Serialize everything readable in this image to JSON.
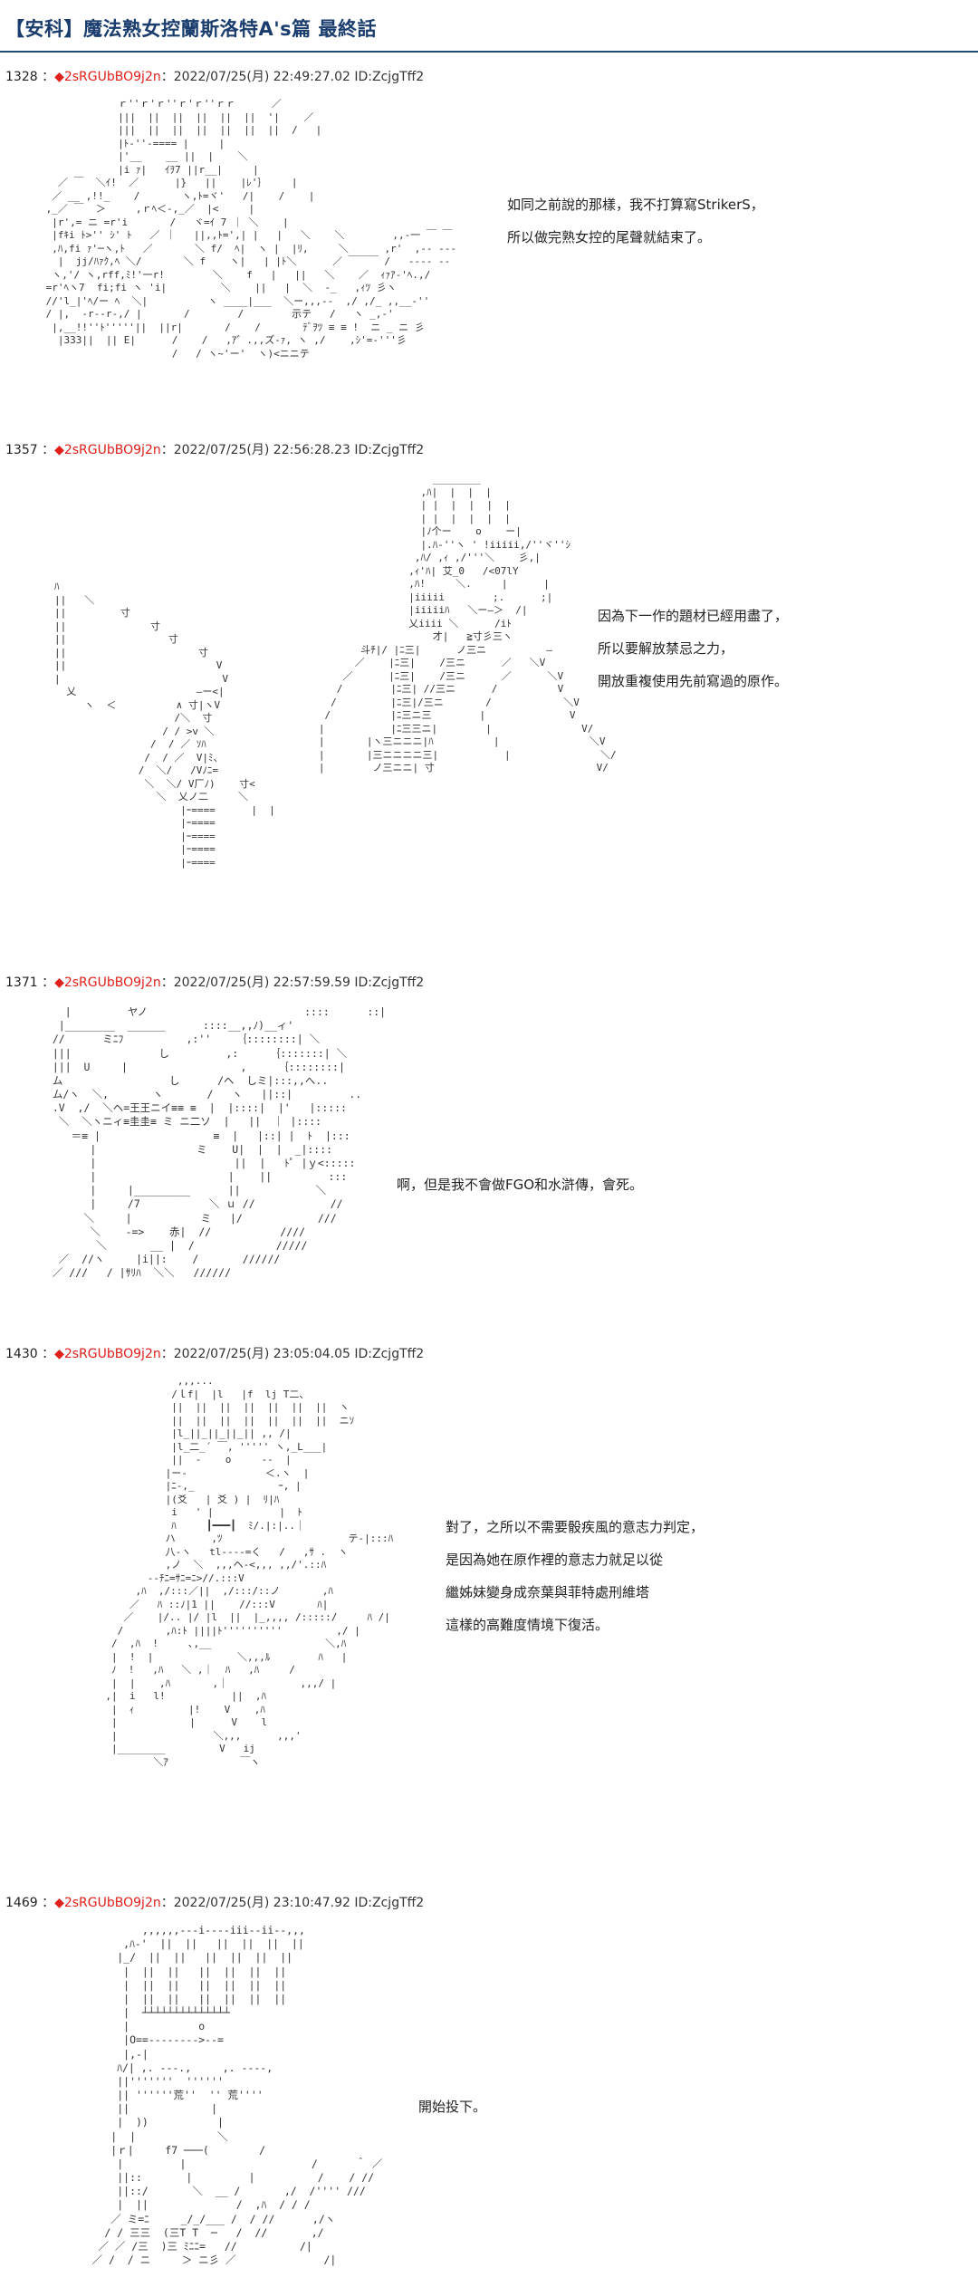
{
  "title": "【安科】魔法熟女控蘭斯洛特A's篇 最終話",
  "posts": [
    {
      "number": "1328",
      "trip": "◆2sRGUbBO9j2n",
      "meta": "：2022/07/25(月) 22:49:27.02 ID:ZcjgTff2",
      "lines": [
        "如同之前說的那樣，我不打算寫StrikerS，",
        "所以做完熟女控的尾聲就結束了。"
      ],
      "aa": "             ｒ''ｒ'ｒ''ｒ'ｒ''ｒｒ      ／\n             |||  ||  ||  ||  ||  ||  '|    ／\n             |||  ||  ||  ||  ||  ||  ||  /   |\n             |ﾄ‐''‐==== |     |\n             |'__    __ ||  |    ＼\n             |i ｧ|   ｲｦ7 ||r__|     |\n   ／ ￣  ＼ｲ!  ／      |}   ||    |ﾚ'｝    |\n  ／ __ ,!!_    /       ヽ,ﾄ=ヾ'   /|    /    |\n ,_／ ￣  ＞     ,ｒﾍ＜-,_／  |<     |\n  |r',= ニ =r'i       /   ヾ=ｲ 7 ｜ ＼    |\n  |fｷi ﾄ>'' ｼ' ﾄ   ／ ｜   ||,,ﾄ=',| |   |   ＼    ＼        ,,-一 ￣ ￣\n  ,ﾊ,fi ｧ'─ヽ,ﾄ   ／       ＼ f/  ﾍ|  ヽ |  |ﾘ,     ＼      ,r'  ,-- ---\n   |  jj/ﾊｧｸ,ﾍ ＼/       ＼ f    ヽ|   | |ﾄ＼      ／ ￣￣￣ /   ---- --\n  ヽ,'/ ヽ,rff,ﾐ!'一r!        ＼    f   |   ||   ＼    ／  ｨｧｱ-'ﾍ.,/\n =r'ﾍヽ7  fi;fi ヽ 'i|         ＼    ||   |  ＼  -_   ,ｨﾂ 彡ヽ\n //'l_|'ﾍ/ー ﾍ  ＼|          ヽ ____|___  ＼ー,,,-‐  ,/ ,/_ ,,__-''\n / |,  -r--r-,/ |       /        /        示テ   /   ヽ _,-'\n  |,__!!''ﾄ'''''||  ||r|       /    /       ﾃﾞｦﾂ ≡ ≡ !  ニ _ ニ 彡\n   |333||  || E|      /    /   ,ｱ゛.,,ズ-ｧ, ヽ ,/    ,ｼ'=-'''彡\n                      /   / ヽ~'ー'  ヽ)<ニニテ"
    },
    {
      "number": "1357",
      "trip": "◆2sRGUbBO9j2n",
      "meta": "：2022/07/25(月) 22:56:28.23 ID:ZcjgTff2",
      "lines": [
        "因為下一作的題材已經用盡了，",
        "所以要解放禁忌之力，",
        "開放重複使用先前寫過的原作。"
      ],
      "aa": "                                                   ________\n                                                 ,ﾊ|  |  |  |\n                                                 | |  |  |  |  |\n                                                 | |  |  |  |  |\n                                                 |ﾉ个ー    o    ー|\n                                                 |.ﾊ-''ヽ ' !iiiii,/''ヾ''ｼ\n                                                ,ﾊ/ ,ｨ ,/'''＼    彡,|\n                                               ,ｨ'ﾊ| 艾_0   /<07lY\n                                               ,ﾊ!     ＼.     |      |\n                                               |iiiii        ;.      ;|\n                                               |iiiiiﾊ   ＼ー―＞  /|\n                                               乂iiii ＼      /iﾄ\n                                                   才|   ≧寸彡三ヽ\n                                       斗ﾁ|/ |ﾆ三|      ノ三ニ          ―\n                                      ／    |ﾆ三|    /三ニ      ／   ＼V\n                                    ／      |ﾆ三|    /三ニ      ／      ＼V\n                                   /        |ﾆ三| //三ニ      /          V\n                                  /         |ﾆ三|/三ニ       /            ＼V\n                                 /          |ﾆ三ニ三        |              V\n                                |           |ﾆ三三ニ|        |               V/\n                                |       |ヽ三ニニニ|ﾊ          |               ＼V\n                                |       |三ニニニニ三|           |               ＼/\n                                |        ノ三ニニ| 寸                           V/"
    },
    {
      "number": "1371",
      "trip": "◆2sRGUbBO9j2n",
      "meta": "：2022/07/25(月) 22:57:59.59 ID:ZcjgTff2",
      "lines": [
        "啊，但是我不會做FGO和水滸傳，會死。"
      ],
      "aa": "    |         ヤノ                         ::::      ::|\n   |________  ______      ::::__,,ﾉ)__ィ'\n  //      ミﾆﾌ          ,:''    ｛::::::::| ＼\n  |||              し         ,:     ｛:::::::| ＼\n  |||  U     |                  ,     ｛::::::::|\n  ム                 し      /ヘ  しミ|:::,,へ..\n  ム/ヽ  ＼,       ヽ       /   ヽ   ||::|         ..\n  .V  ,/  ＼ヘ=王王ニイ≡≡ ≡  |  |::::|  |'   |:::::\n   ＼  ＼ヽニィ≡圭圭≡ ミ ニ二ソ  |   ||  ｜ |::::\n     ＝≡ |                  ≡  |   |::| |  ﾄ  |:::\n        |                ミ    U|  |  |  _|::::\n        |                      ||  |   ﾄﾟ |ｙ<:::::\n        |                     |    ||         :::\n        |     |_________      ||            ＼\n        |     /7           ＼ ｕ //            //\n       ＼     |           ミ   |/            ///\n        ＼    -=>    赤|  //           ////\n         ＼       __ |  /             /////\n   ／  //ヽ     |i||:    /       //////\n  ／ ///   / |ｻﾘﾊ  ＼＼   //////"
    },
    {
      "number": "1430",
      "trip": "◆2sRGUbBO9j2n",
      "meta": "：2022/07/25(月) 23:05:04.05 ID:ZcjgTff2",
      "lines": [
        "對了，之所以不需要骰疾風的意志力判定，",
        "是因為她在原作裡的意志力就足以從",
        "繼姊妹變身成奈葉與菲特處刑維塔",
        "這樣的高難度情境下復活。"
      ],
      "aa": "                   ,,,...\n                  /ｌf|  |l   |f  lj T二、\n                  ||  ||  ||  ||  ||  ||  ||  ヽ\n                  ||  ||  ||  ||  ||  ||  ||  ニｿ\n                  |l_||_||_||_|| ,, /|\n                  |l_二_´ ￣, ''''' ヽ,_L___|\n                  ||  -    o     --  |\n                 |ー-             ＜.ヽ  |\n                 |ﾆ-,_              ｰ, |\n                 |(爻   | 爻 ) |  ﾘ|ﾊ\n                  i   ' |           |  ﾄ\n                  ﾊ     ┃━━━┃  ﾐ/.|:|..｜\n                 ハ      ,ﾂ                     テ-|:::ﾊ\n                 八-ヽ   tl----=く   /   ,ｻ .  ヽ\n                 ,ノ  ＼  ,,,ヘ-<,,, ,,/'.::ﾊ\n              --ﾁﾆ=ｻﾆ=ﾆ>//.:::V\n            ,ﾊ  ,/:::／||  ,/:::/::ノ       ,ﾊ\n           ／   ﾊ ::ﾉ|1 ||    //:::V       ﾊ|\n          ／    |/.. |/ |l  ||  |_,,,, /:::::/     ﾊ /|\n         /       ,ﾊ:ﾄ ||||ﾄ''''''''''         ,/ |\n        /  ,ﾊ  !     ､,__                   ＼,ﾊ\n        |  !  |              ＼,,,ﾙ        ﾊ   |\n        ﾉ  !   ,ﾊ   ＼ ,｜  ﾊ   ,ﾊ     /\n        |  |    ,ﾊ       ,｜            ,,,/ |\n       ,|  i   l!           ||  ,ﾊ\n        |  ｨ         |!    V    ,ﾊ\n        |            |      V    l\n        |                ＼,,,      ,,,'\n        |________         V   ij\n               ＼ｱ            ￣ヽ"
    },
    {
      "number": "1469",
      "trip": "◆2sRGUbBO9j2n",
      "meta": "：2022/07/25(月) 23:10:47.92 ID:ZcjgTff2",
      "lines": [
        "開始投下。"
      ],
      "aa": "              ,,,,,,---i----iii--ii--,,,\n           ,ﾊ-'  ||  ||   ||  ||  ||  ||\n          |_/  ||  ||   ||  ||  ||  ||\n           |  ||  ||   ||  ||  ||  ||\n           |  ||  ||   ||  ||  ||  ||\n           |  ||  ||   ||  ||  ||  ||\n           |  ┴┴┴┴┴┴┴┴┴┴┴┴┴┴\n           |           o\n           |O==-------->--=\n           |,-|\n          ﾊ/| ,. -‐-.,     ,. -‐‐-,\n          ||'''''''  ''''''\n          || ''''''荒''  '' 荒''''\n          ||             |\n          |  ))           |\n         |  |             ＼\n         |ｒ|     f7 ───(        /\n          |         |                    /      ＾ ／\n          ||::       |         |          /    / //\n          ||::/       ＼  __ /       ,/  /'''' ///\n          |  ||              /  ,ﾊ  / / /\n         ／ ミ=ﾆ     _/_/___ /  / //      ,/ヽ\n        / / 三三  (三T T  ─   /  //       ,/\n       ／ ／ /三  )三 ﾐﾆﾆ=   //          /|\n      ／ /  / ニ     ＞ ニ彡 ／              /|"
    }
  ]
}
